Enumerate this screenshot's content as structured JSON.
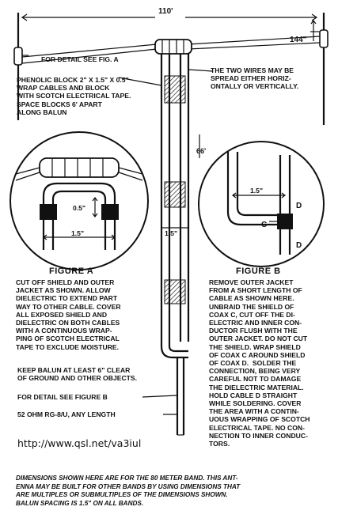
{
  "dimensions": {
    "top_span": "110'",
    "end_drop": "144\"",
    "balun_length": "66'",
    "fig_a_gap": "0.5\"",
    "fig_a_width": "1.5\"",
    "balun_spacing": "1.5\"",
    "fig_b_width": "1.5\""
  },
  "callouts": {
    "detail_a": "FOR DETAIL SEE FIG. A",
    "phenolic": "PHENOLIC BLOCK 2\" X 1.5\" X 0.5\"\nWRAP CABLES AND BLOCK\nWITH SCOTCH ELECTRICAL TAPE.\nSPACE BLOCKS 6' APART\nALONG BALUN",
    "two_wires": "THE TWO WIRES MAY BE\nSPREAD EITHER HORIZ-\nONTALLY OR VERTICALLY.",
    "keep_balun": "KEEP BALUN AT LEAST 6\" CLEAR\nOF GROUND AND OTHER OBJECTS.",
    "detail_b": "FOR DETAIL SEE FIGURE B",
    "coax": "52 OHM RG-8/U, ANY LENGTH"
  },
  "figure_a": {
    "title": "FIGURE A",
    "text": "CUT OFF SHIELD AND OUTER\nJACKET AS SHOWN. ALLOW\nDIELECTRIC TO EXTEND PART\nWAY TO OTHER CABLE. COVER\nALL EXPOSED SHIELD AND\nDIELECTRIC ON BOTH CABLES\nWITH A CONTINUOUS WRAP-\nPING OF SCOTCH ELECTRICAL\nTAPE TO EXCLUDE MOISTURE."
  },
  "figure_b": {
    "title": "FIGURE B",
    "label_c": "C",
    "label_d_top": "D",
    "label_d_bottom": "D",
    "text": "REMOVE OUTER JACKET\nFROM A SHORT LENGTH OF\nCABLE AS SHOWN HERE.\nUNBRAID THE SHIELD OF\nCOAX C, CUT OFF THE DI-\nELECTRIC AND INNER CON-\nDUCTOR FLUSH WITH THE\nOUTER JACKET. DO NOT CUT\nTHE SHIELD. WRAP SHIELD\nOF COAX C AROUND SHIELD\nOF COAX D.  SOLDER THE\nCONNECTION, BEING VERY\nCAREFUL NOT TO DAMAGE\nTHE DIELECTRIC MATERIAL.\nHOLD CABLE D STRAIGHT\nWHILE SOLDERING. COVER\nTHE AREA WITH A CONTIN-\nUOUS WRAPPING OF SCOTCH\nELECTRICAL TAPE. NO CON-\nNECTION TO INNER CONDUC-\nTORS."
  },
  "url": "http://www.qsl.net/va3iul",
  "footer": "DIMENSIONS SHOWN HERE ARE FOR THE 80 METER BAND. THIS ANT-\nENNA MAY BE BUILT FOR OTHER BANDS BY USING DIMENSIONS THAT\nARE MULTIPLES OR SUBMULTIPLES OF THE DIMENSIONS SHOWN.\nBALUN SPACING IS 1.5\" ON ALL BANDS."
}
